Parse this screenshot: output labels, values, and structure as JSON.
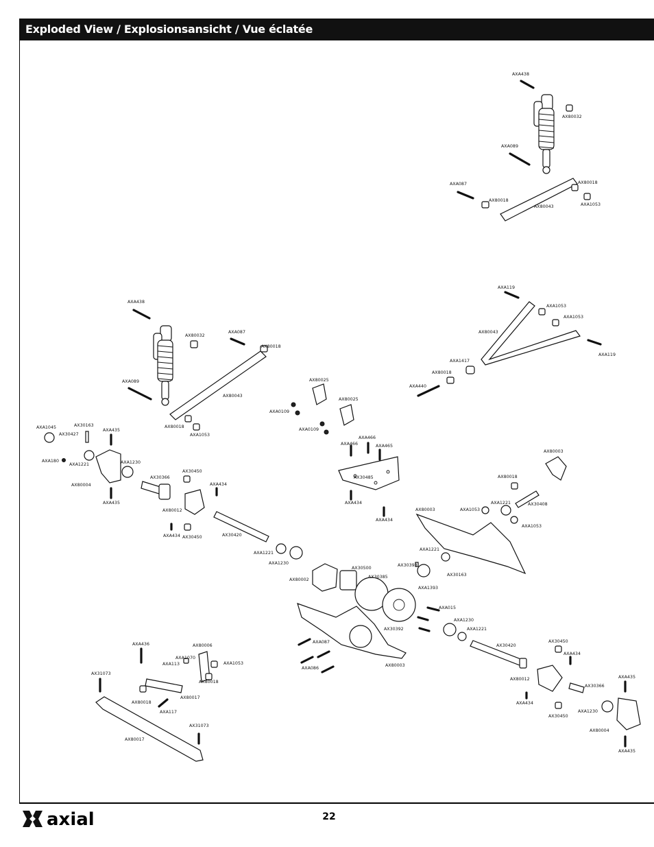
{
  "header": {
    "title": "Exploded View / Explosionsansicht / Vue éclatée"
  },
  "footer": {
    "page_number": "22",
    "logo_text": "axial"
  },
  "parts": [
    {
      "id": "p1",
      "code": "AXA438"
    },
    {
      "id": "p2",
      "code": "AX80032"
    },
    {
      "id": "p3",
      "code": "AXA089"
    },
    {
      "id": "p4",
      "code": "AXA087"
    },
    {
      "id": "p5",
      "code": "AX80018"
    },
    {
      "id": "p6",
      "code": "AX80018"
    },
    {
      "id": "p7",
      "code": "AX80043"
    },
    {
      "id": "p8",
      "code": "AXA1053"
    },
    {
      "id": "p9",
      "code": "AXA119"
    },
    {
      "id": "p10",
      "code": "AXA1053"
    },
    {
      "id": "p11",
      "code": "AXA1053"
    },
    {
      "id": "p12",
      "code": "AX80043"
    },
    {
      "id": "p13",
      "code": "AXA119"
    },
    {
      "id": "p14",
      "code": "AXA1417"
    },
    {
      "id": "p15",
      "code": "AX80018"
    },
    {
      "id": "p16",
      "code": "AXA440"
    },
    {
      "id": "p17",
      "code": "AXA438"
    },
    {
      "id": "p18",
      "code": "AX80032"
    },
    {
      "id": "p19",
      "code": "AXA087"
    },
    {
      "id": "p20",
      "code": "AX80018"
    },
    {
      "id": "p21",
      "code": "AXA089"
    },
    {
      "id": "p22",
      "code": "AX80043"
    },
    {
      "id": "p23",
      "code": "AX80018"
    },
    {
      "id": "p24",
      "code": "AXA1053"
    },
    {
      "id": "p25",
      "code": "AX80025"
    },
    {
      "id": "p26",
      "code": "AX80025"
    },
    {
      "id": "p27",
      "code": "AXA0109"
    },
    {
      "id": "p28",
      "code": "AXA0109"
    },
    {
      "id": "p29",
      "code": "AXA466"
    },
    {
      "id": "p30",
      "code": "AXA466"
    },
    {
      "id": "p31",
      "code": "AXA465"
    },
    {
      "id": "p32",
      "code": "AX30485"
    },
    {
      "id": "p33",
      "code": "AXA434"
    },
    {
      "id": "p34",
      "code": "AXA434"
    },
    {
      "id": "p35",
      "code": "AXA1045"
    },
    {
      "id": "p36",
      "code": "AX30163"
    },
    {
      "id": "p37",
      "code": "AX30427"
    },
    {
      "id": "p38",
      "code": "AXA435"
    },
    {
      "id": "p39",
      "code": "AXA180"
    },
    {
      "id": "p40",
      "code": "AXA1221"
    },
    {
      "id": "p41",
      "code": "AXA1230"
    },
    {
      "id": "p42",
      "code": "AX80004"
    },
    {
      "id": "p43",
      "code": "AXA435"
    },
    {
      "id": "p44",
      "code": "AX30366"
    },
    {
      "id": "p45",
      "code": "AX30450"
    },
    {
      "id": "p46",
      "code": "AXA434"
    },
    {
      "id": "p47",
      "code": "AX80012"
    },
    {
      "id": "p48",
      "code": "AXA434"
    },
    {
      "id": "p49",
      "code": "AX30450"
    },
    {
      "id": "p50",
      "code": "AX30420"
    },
    {
      "id": "p51",
      "code": "AXA1221"
    },
    {
      "id": "p52",
      "code": "AXA1230"
    },
    {
      "id": "p53",
      "code": "AX80002"
    },
    {
      "id": "p54",
      "code": "AX30500"
    },
    {
      "id": "p55",
      "code": "AX30385"
    },
    {
      "id": "p56",
      "code": "AX30393"
    },
    {
      "id": "p57",
      "code": "AXA1221"
    },
    {
      "id": "p58",
      "code": "AX30163"
    },
    {
      "id": "p59",
      "code": "AXA1393"
    },
    {
      "id": "p60",
      "code": "AX80003"
    },
    {
      "id": "p61",
      "code": "AX80018"
    },
    {
      "id": "p62",
      "code": "AXA1221"
    },
    {
      "id": "p63",
      "code": "AX30408"
    },
    {
      "id": "p64",
      "code": "AX80003"
    },
    {
      "id": "p65",
      "code": "AXA1053"
    },
    {
      "id": "p66",
      "code": "AXA1053"
    },
    {
      "id": "p67",
      "code": "AXA015"
    },
    {
      "id": "p68",
      "code": "AXA1230"
    },
    {
      "id": "p69",
      "code": "AXA1221"
    },
    {
      "id": "p70",
      "code": "AX30392"
    },
    {
      "id": "p71",
      "code": "AXA087"
    },
    {
      "id": "p72",
      "code": "AXA086"
    },
    {
      "id": "p73",
      "code": "AX80003"
    },
    {
      "id": "p74",
      "code": "AX30420"
    },
    {
      "id": "p75",
      "code": "AX30450"
    },
    {
      "id": "p76",
      "code": "AXA434"
    },
    {
      "id": "p77",
      "code": "AX80012"
    },
    {
      "id": "p78",
      "code": "AXA435"
    },
    {
      "id": "p79",
      "code": "AX30366"
    },
    {
      "id": "p80",
      "code": "AXA434"
    },
    {
      "id": "p81",
      "code": "AX30450"
    },
    {
      "id": "p82",
      "code": "AXA1230"
    },
    {
      "id": "p83",
      "code": "AX80004"
    },
    {
      "id": "p84",
      "code": "AXA435"
    },
    {
      "id": "p85",
      "code": "AXA436"
    },
    {
      "id": "p86",
      "code": "AX80006"
    },
    {
      "id": "p87",
      "code": "AXA1070"
    },
    {
      "id": "p88",
      "code": "AXA113"
    },
    {
      "id": "p89",
      "code": "AXA1053"
    },
    {
      "id": "p90",
      "code": "AX80018"
    },
    {
      "id": "p91",
      "code": "AX31073"
    },
    {
      "id": "p92",
      "code": "AX80018"
    },
    {
      "id": "p93",
      "code": "AX80017"
    },
    {
      "id": "p94",
      "code": "AXA117"
    },
    {
      "id": "p95",
      "code": "AX31073"
    },
    {
      "id": "p96",
      "code": "AX80017"
    }
  ]
}
